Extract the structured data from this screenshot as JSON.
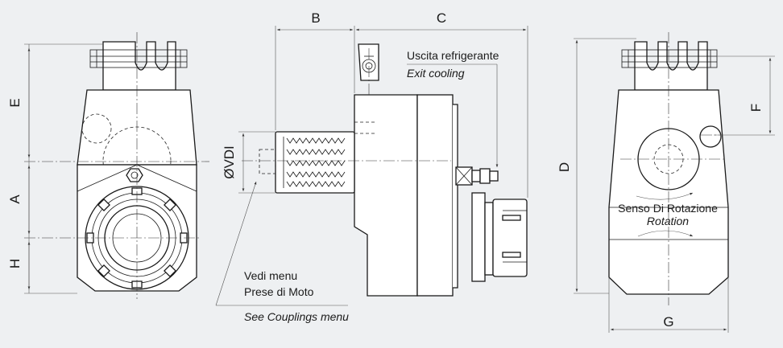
{
  "dimensions": {
    "A": "A",
    "B": "B",
    "C": "C",
    "D": "D",
    "E": "E",
    "F": "F",
    "G": "G",
    "H": "H",
    "vdi": "ØVDI"
  },
  "callouts": {
    "coolant_it": "Uscita refrigerante",
    "coolant_en": "Exit cooling",
    "couplings_it_1": "Vedi menu",
    "couplings_it_2": "Prese di Moto",
    "couplings_en": "See Couplings menu",
    "rotation_it": "Senso Di Rotazione",
    "rotation_en": "Rotation"
  },
  "colors": {
    "background": "#eef0f2",
    "line": "#1a1a1a",
    "body_fill": "#ffffff"
  }
}
